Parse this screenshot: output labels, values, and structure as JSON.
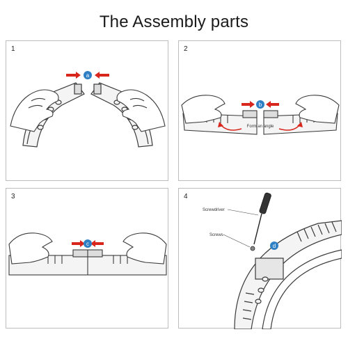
{
  "title": "The Assembly parts",
  "panels": [
    {
      "number": "1",
      "badge": "a"
    },
    {
      "number": "2",
      "badge": "b",
      "caption": "Form an angle"
    },
    {
      "number": "3",
      "badge": "c"
    },
    {
      "number": "4",
      "badge": "d",
      "labels": {
        "screwdriver": "Screwdriver",
        "screws": "Screws"
      }
    }
  ],
  "colors": {
    "badge": "#2f7fc4",
    "arrow": "#d8261c",
    "line": "#3a3a3a",
    "part": "#f4f4f4"
  }
}
